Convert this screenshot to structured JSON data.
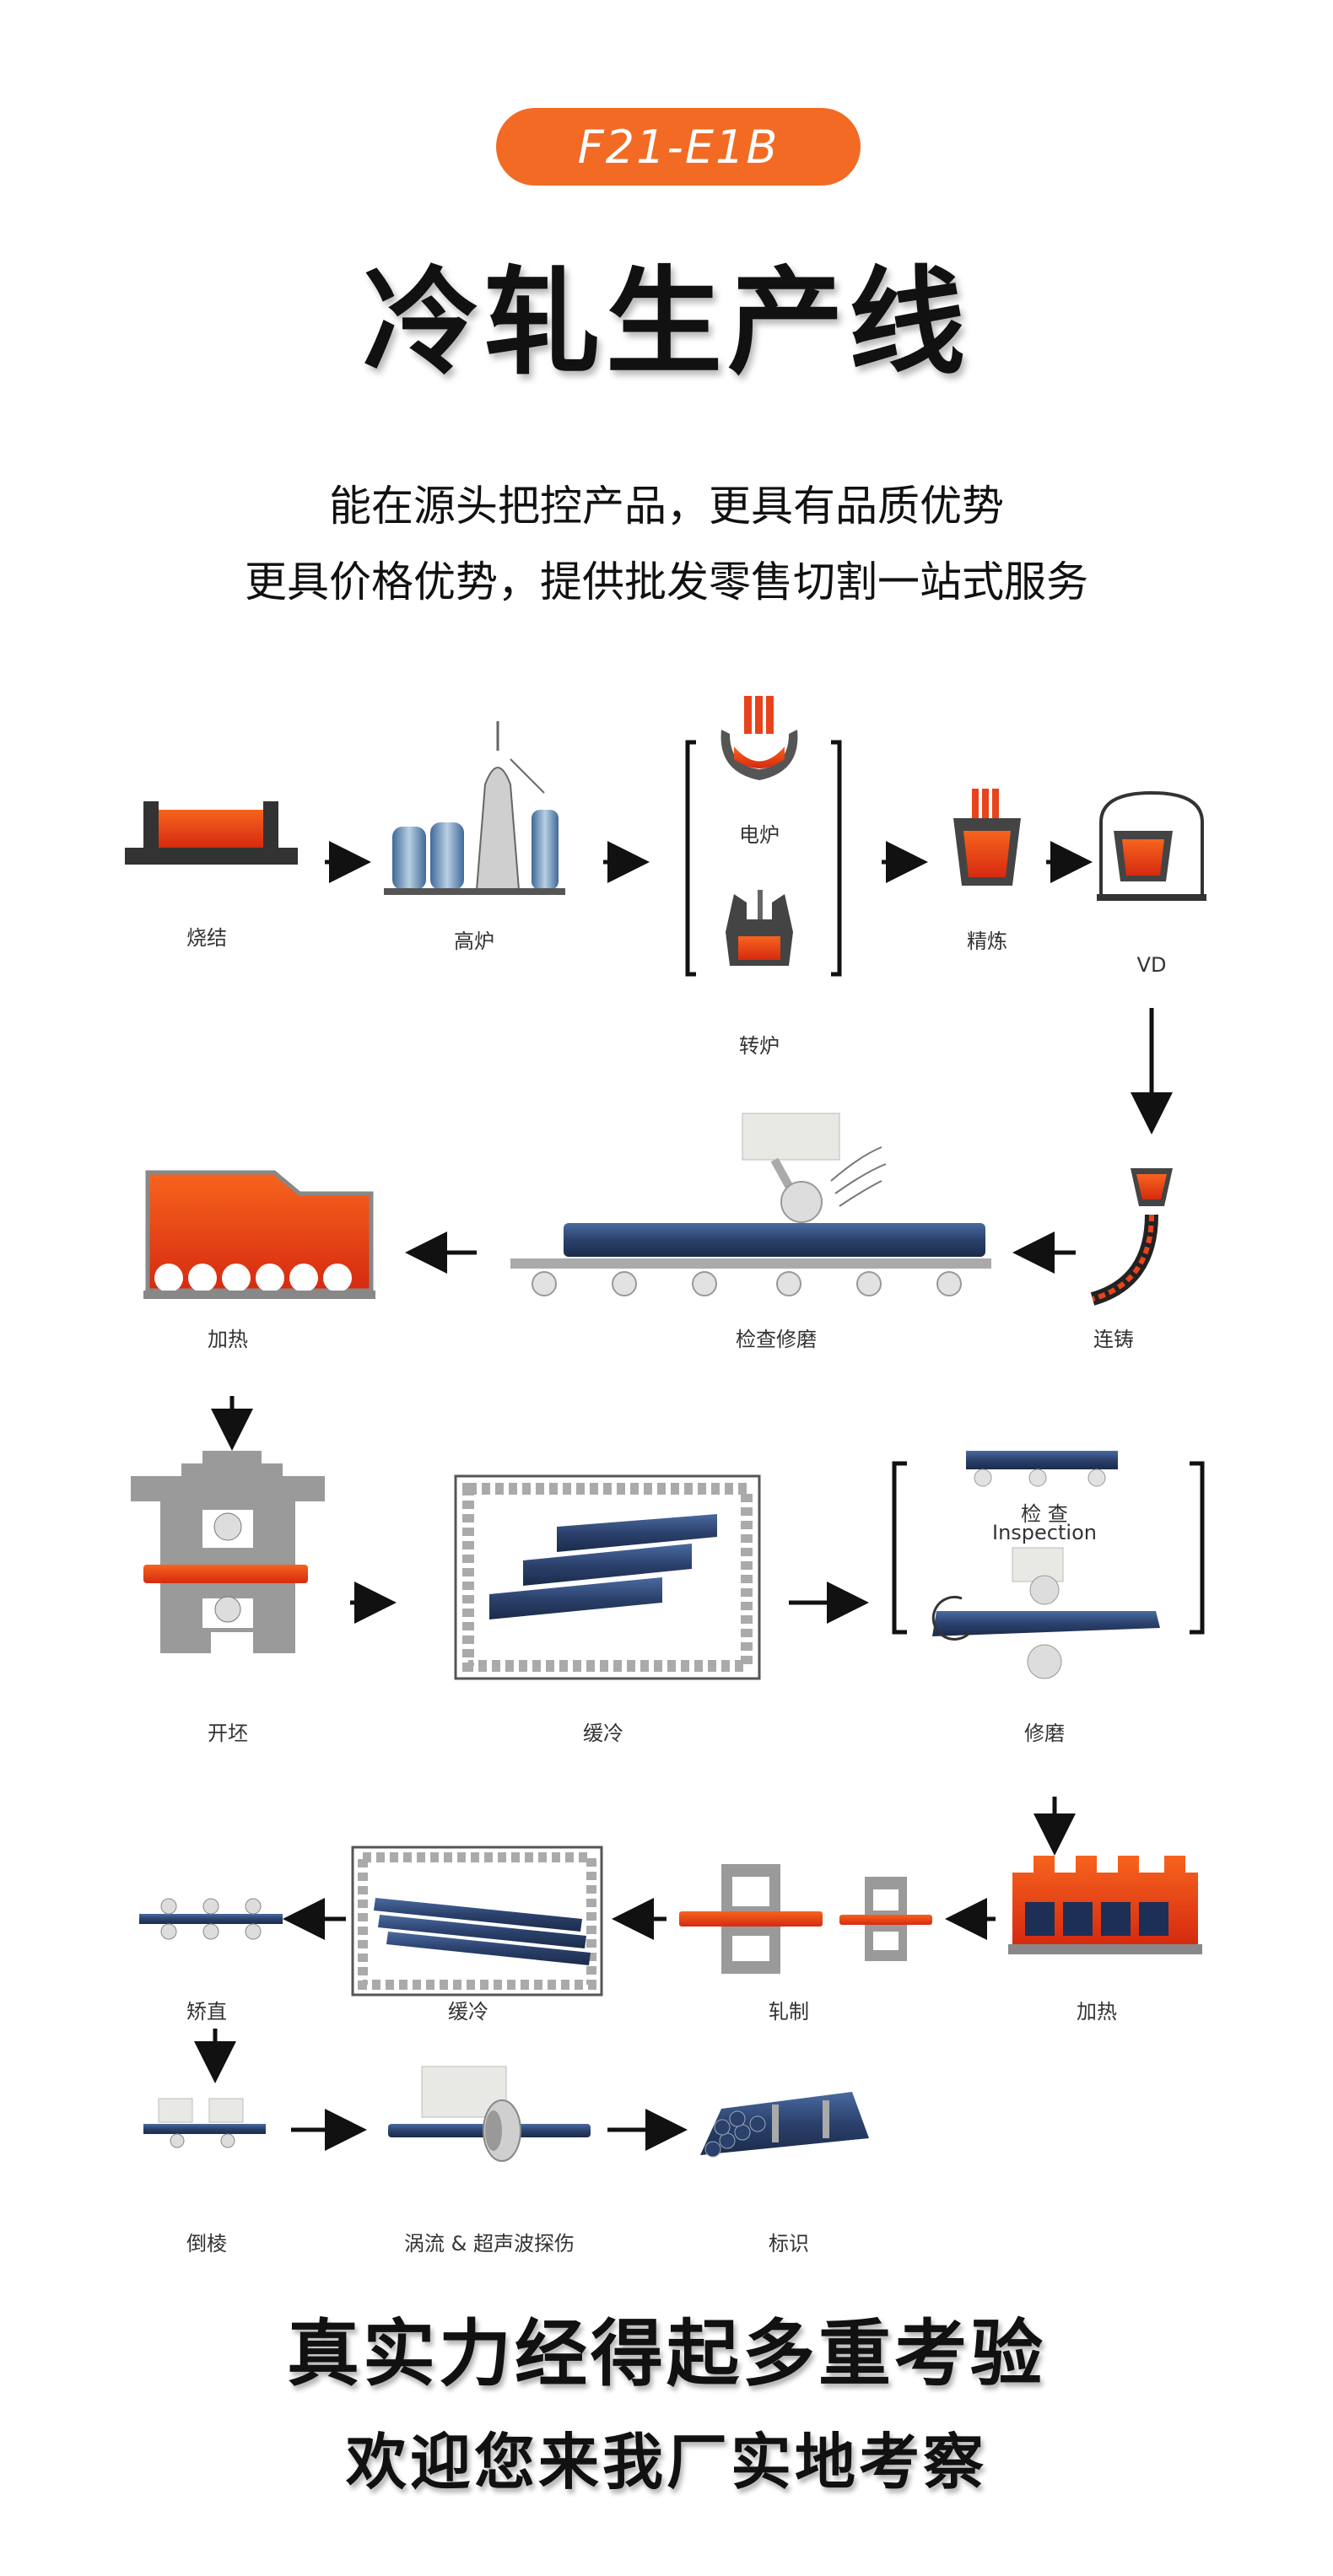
{
  "header": {
    "code": "F21-E1B",
    "title": "冷轧生产线",
    "subtitle_line1": "能在源头把控产品，更具有品质优势",
    "subtitle_line2": "更具价格优势，提供批发零售切割一站式服务"
  },
  "process": {
    "sintering": "烧结",
    "blast_furnace": "高炉",
    "electric_furnace": "电炉",
    "converter": "转炉",
    "refining": "精炼",
    "vd": "VD",
    "continuous_casting": "连铸",
    "inspection_grinding": "检查修磨",
    "heating1": "加热",
    "blooming": "开坯",
    "slow_cooling1": "缓冷",
    "inspection_cn": "检 查",
    "inspection_en": "Inspection",
    "grinding": "修磨",
    "heating2": "加热",
    "rolling": "轧制",
    "slow_cooling2": "缓冷",
    "straightening": "矫直",
    "chamfering": "倒棱",
    "ndt": "涡流 & 超声波探伤",
    "marking": "标识"
  },
  "footer": {
    "line1": "真实力经得起多重考验",
    "line2": "欢迎您来我厂实地考察"
  },
  "colors": {
    "accent": "#f26a23",
    "molten": "#e8431b",
    "steel_blue": "#2f4a78",
    "machine_gray": "#9a9a9a"
  }
}
